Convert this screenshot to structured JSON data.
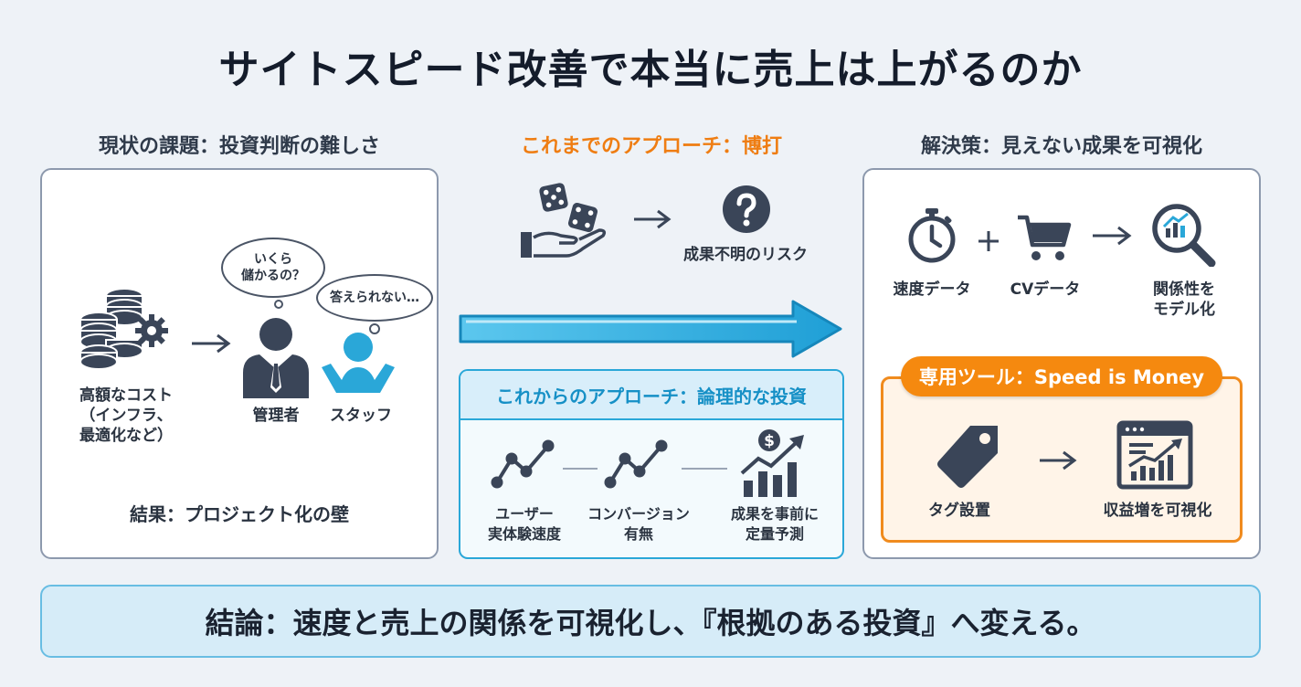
{
  "title": "サイトスピード改善で本当に売上は上がるのか",
  "left": {
    "heading": "現状の課題：投資判断の難しさ",
    "cost_label": "高額なコスト\n（インフラ、\n最適化など）",
    "manager_label": "管理者",
    "staff_label": "スタッフ",
    "manager_bubble": "いくら\n儲かるの？",
    "staff_bubble": "答えられない…",
    "result": "結果：プロジェクト化の壁",
    "icons": [
      "coins-icon",
      "gear-icon",
      "arrow-right-icon",
      "manager-icon",
      "staff-icon"
    ]
  },
  "middle": {
    "past_heading": "これまでのアプローチ：博打",
    "risk_label": "成果不明のリスク",
    "future_heading": "これからのアプローチ：論理的な投資",
    "steps": [
      {
        "label": "ユーザー\n実体験速度",
        "icon": "trend-icon"
      },
      {
        "label": "コンバージョン\n有無",
        "icon": "trend-icon"
      },
      {
        "label": "成果を事前に\n定量予測",
        "icon": "growth-chart-icon"
      }
    ]
  },
  "right": {
    "heading": "解決策：見えない成果を可視化",
    "speed_label": "速度データ",
    "cv_label": "CVデータ",
    "model_label": "関係性を\nモデル化",
    "tool_title": "専用ツール：Speed is Money",
    "tag_label": "タグ設置",
    "revenue_label": "収益増を可視化"
  },
  "conclusion": "結論：速度と売上の関係を可視化し、『根拠のある投資』へ変える。",
  "colors": {
    "orange": "#f5890f",
    "blue": "#2aa7d8",
    "navy": "#3a4558",
    "background": "#eef2f7"
  }
}
